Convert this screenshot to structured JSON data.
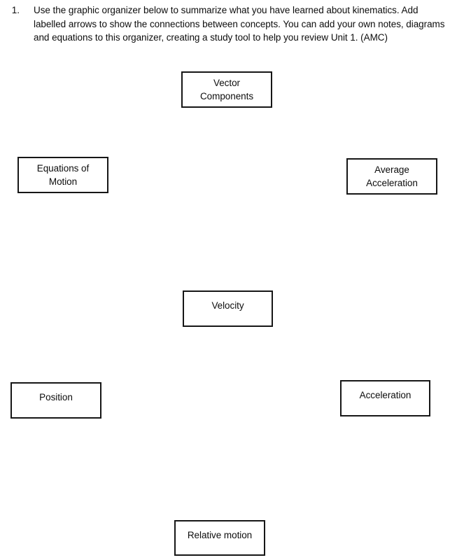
{
  "document": {
    "question": {
      "number": "1.",
      "text": "Use the graphic organizer below to summarize what you have learned about kinematics. Add labelled arrows to show the connections between concepts. You can add your own notes, diagrams and equations to this organizer, creating a study tool to help you review Unit 1. (AMC)"
    },
    "organizer": {
      "boxes": [
        {
          "id": "vector-components",
          "label": "Vector\nComponents",
          "lines": 2
        },
        {
          "id": "equations-of-motion",
          "label": "Equations of\nMotion",
          "lines": 2
        },
        {
          "id": "average-acceleration",
          "label": "Average\nAcceleration",
          "lines": 2
        },
        {
          "id": "velocity",
          "label": "Velocity",
          "lines": 1
        },
        {
          "id": "position",
          "label": "Position",
          "lines": 1
        },
        {
          "id": "acceleration",
          "label": "Acceleration",
          "lines": 1
        },
        {
          "id": "relative-motion",
          "label": "Relative motion",
          "lines": 1
        }
      ]
    },
    "style": {
      "page_background": "#ffffff",
      "text_color": "#0d0d0d",
      "box_border_color": "#161616",
      "box_fill_color": "#ffffff"
    }
  }
}
